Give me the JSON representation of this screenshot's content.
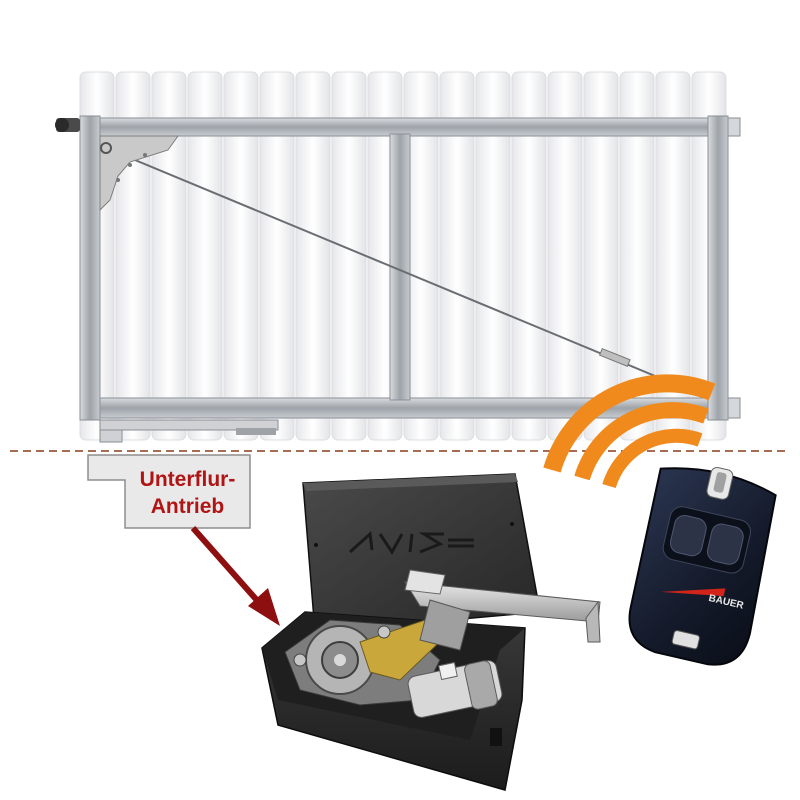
{
  "callout": {
    "line1": "Unterflur-",
    "line2": "Antrieb"
  },
  "remote": {
    "brand": "BAUER"
  },
  "motor_box": {
    "lid_logo": "AVIS"
  },
  "colors": {
    "ground_line": "#8b3a1a",
    "callout_text": "#b01414",
    "arrow": "#8e0f0f",
    "signal": "#f08a1c",
    "gate_frame": "#b9bdc2",
    "fence_board": "#f4f4f6",
    "motor_box": "#2b2b2b"
  },
  "icons": [
    "gate-hinge-icon",
    "signal-waves-icon",
    "remote-control-icon",
    "underground-motor-icon",
    "arrow-icon"
  ]
}
